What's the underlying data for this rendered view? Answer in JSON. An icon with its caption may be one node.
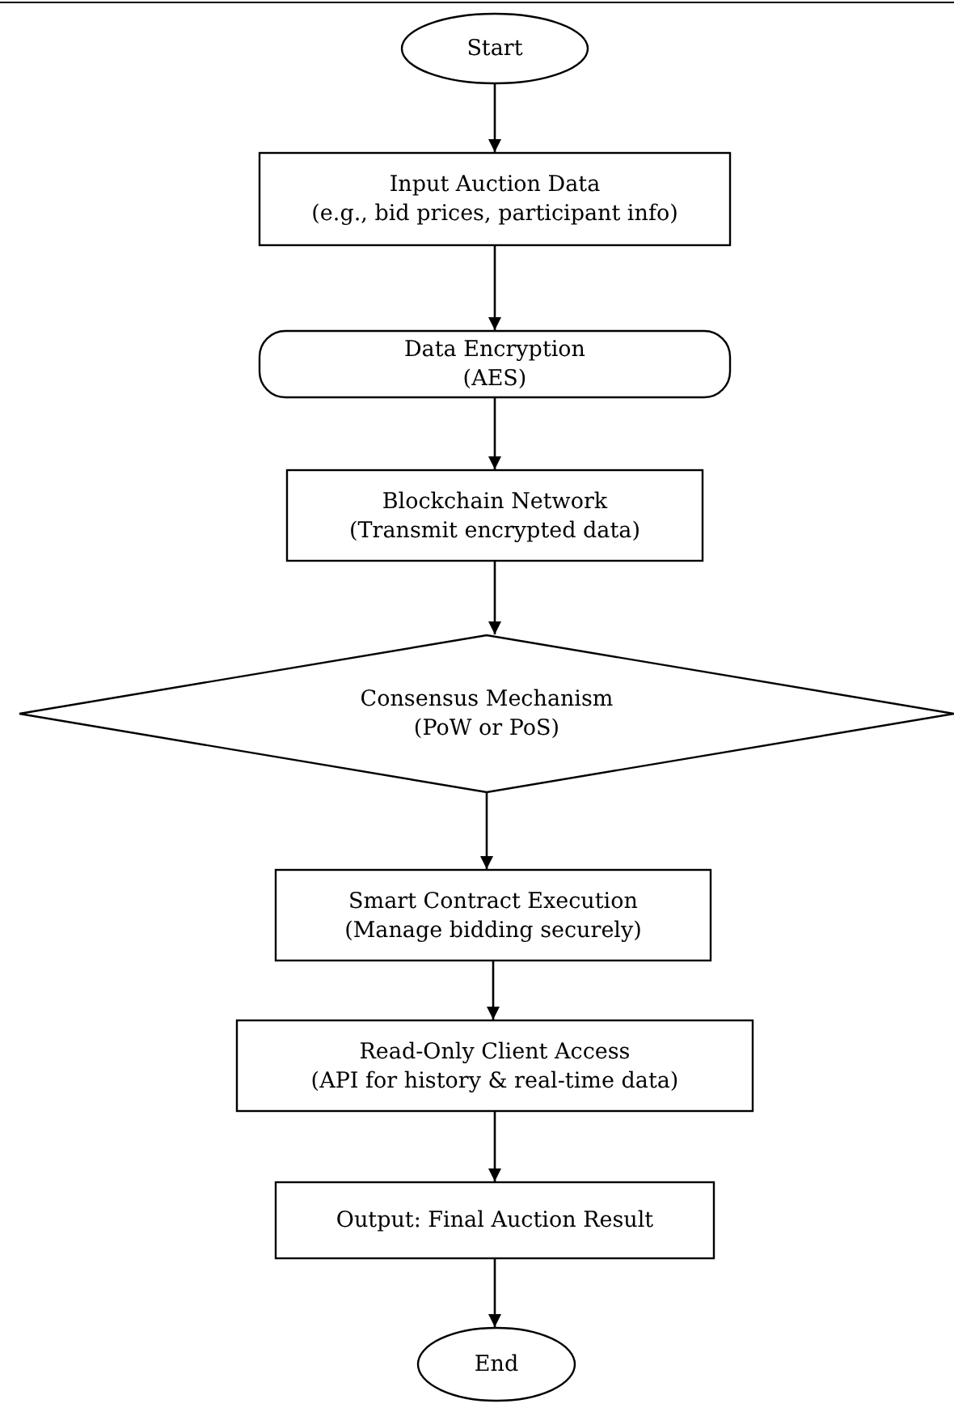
{
  "diagram": {
    "nodes": [
      {
        "text": [
          "Start"
        ]
      },
      {
        "text": [
          "Input Auction Data (e.g., bid prices, participant info)"
        ]
      },
      {
        "text": [
          "Data Encryption (AES)"
        ]
      },
      {
        "text": [
          "Blockchain Network (Transmit encrypted data)"
        ]
      },
      {
        "text": [
          "Consensus Mechanism (PoW or PoS)"
        ]
      },
      {
        "text": [
          "Smart Contract Execution (Manage bidding securely)"
        ]
      },
      {
        "text": [
          "Read-Only Client Access (API for history & real-time data)"
        ]
      },
      {
        "text": [
          "Output: Final Auction Result"
        ]
      },
      {
        "text": [
          "End"
        ]
      }
    ],
    "edges": [
      {
        "from": 0,
        "to": 1,
        "arrow": "to"
      },
      {
        "from": 1,
        "to": 2,
        "arrow": "to"
      },
      {
        "from": 2,
        "to": 3,
        "arrow": "to"
      },
      {
        "from": 3,
        "to": 4,
        "arrow": "to"
      },
      {
        "from": 4,
        "to": 5,
        "arrow": "to"
      },
      {
        "from": 5,
        "to": 6,
        "arrow": "to"
      },
      {
        "from": 6,
        "to": 7,
        "arrow": "to"
      },
      {
        "from": 7,
        "to": 8,
        "arrow": "to"
      }
    ]
  }
}
